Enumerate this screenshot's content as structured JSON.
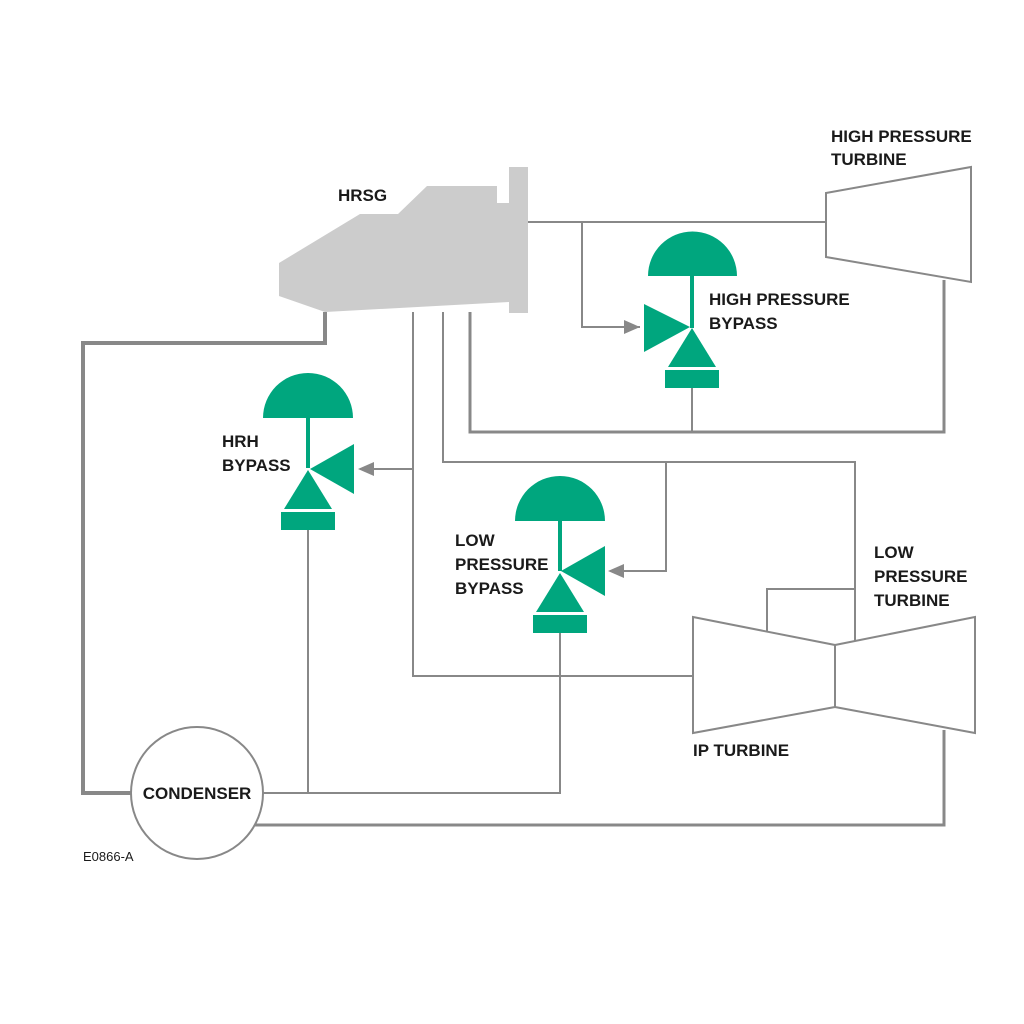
{
  "labels": {
    "hrsg": "HRSG",
    "hp_turbine": [
      "HIGH PRESSURE",
      "TURBINE"
    ],
    "hp_bypass": [
      "HIGH PRESSURE",
      "BYPASS"
    ],
    "hrh_bypass": [
      "HRH",
      "BYPASS"
    ],
    "lp_bypass": [
      "LOW",
      "PRESSURE",
      "BYPASS"
    ],
    "lp_turbine": [
      "LOW",
      "PRESSURE",
      "TURBINE"
    ],
    "ip_turbine": "IP TURBINE",
    "condenser": "CONDENSER",
    "figure_code": "E0866-A"
  },
  "colors": {
    "valve": "#00a67e",
    "pipe": "#888888",
    "hrsg": "#cccccc",
    "turbine_stroke": "#888888",
    "text": "#1a1a1a"
  }
}
